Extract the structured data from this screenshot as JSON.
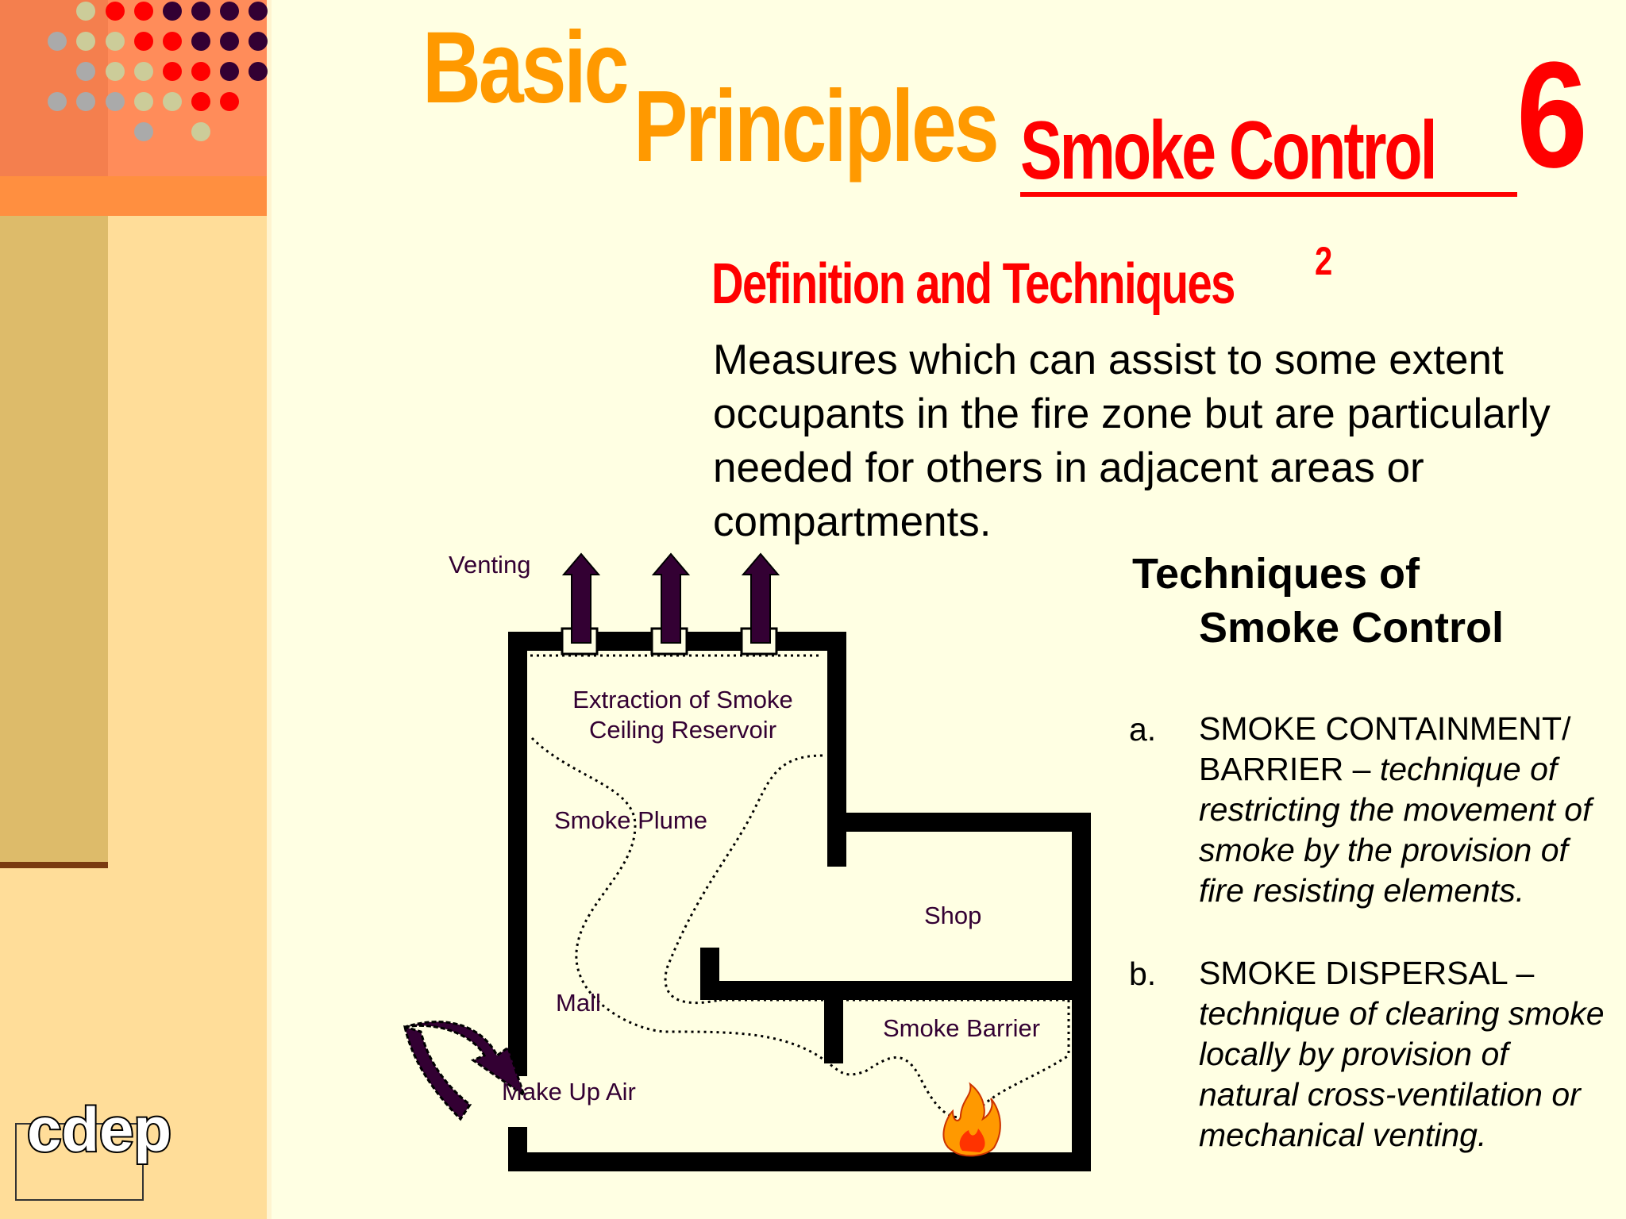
{
  "title": {
    "word1": "Basic",
    "word2": "Principles",
    "word3": "Smoke Control",
    "number": "6"
  },
  "subtitle": {
    "text": "Definition and Techniques",
    "superscript": "2"
  },
  "intro_text": "Measures which can assist to some extent occupants in the fire zone but are particularly needed for others in adjacent areas or compartments.",
  "techniques": {
    "heading_line1": "Techniques of",
    "heading_line2": "Smoke Control",
    "items": [
      {
        "marker": "a.",
        "term": "SMOKE CONTAINMENT/ BARRIER –",
        "description": "technique of restricting the movement of smoke by the provision of fire resisting elements."
      },
      {
        "marker": "b.",
        "term": "SMOKE DISPERSAL –",
        "description": "technique of clearing smoke locally by provision of natural cross-ventilation or mechanical venting."
      }
    ]
  },
  "diagram": {
    "labels": {
      "venting": "Venting",
      "extraction": "Extraction of Smoke",
      "reservoir": "Ceiling Reservoir",
      "plume": "Smoke Plume",
      "shop": "Shop",
      "mall": "Mall",
      "barrier": "Smoke Barrier",
      "makeup": "Make Up Air"
    },
    "wall_color": "#000000",
    "arrow_color": "#330033"
  },
  "logo_text": "cdep",
  "colors": {
    "background": "#FFFFE3",
    "title_orange": "#FF9900",
    "title_red": "#FF0000",
    "sidebar_orange": "#F47F4E",
    "sidebar_tan": "#DDBB6A",
    "sidebar_peach": "#FFDD99"
  }
}
